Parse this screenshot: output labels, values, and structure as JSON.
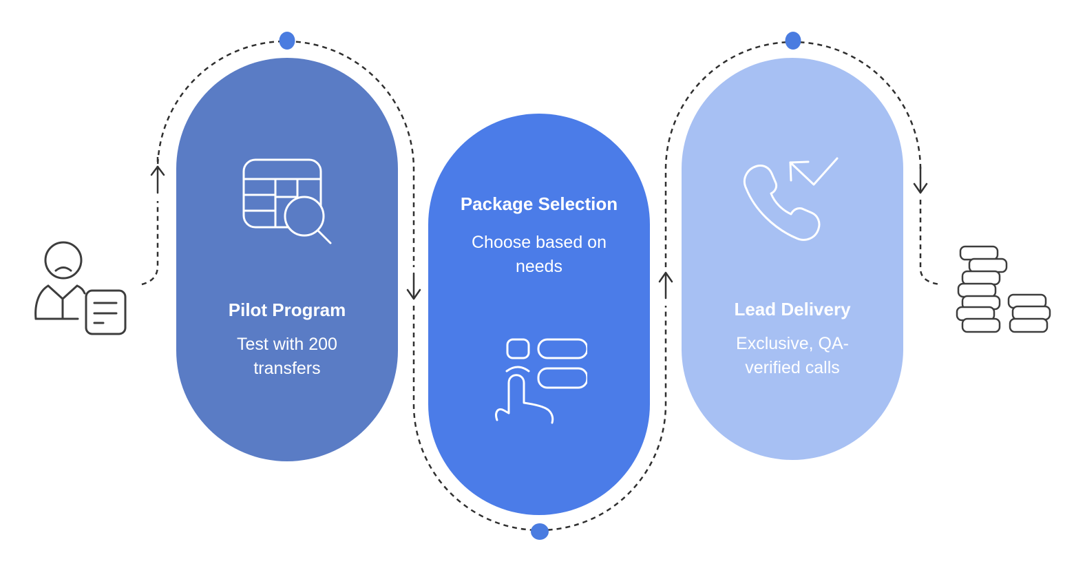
{
  "diagram": {
    "background_color": "#ffffff",
    "steps": [
      {
        "title": "Pilot Program",
        "subtitle": "Test with 200 transfers",
        "color": "#5a7cc5",
        "icon": "table-search-icon"
      },
      {
        "title": "Package Selection",
        "subtitle": "Choose based on needs",
        "color": "#4b7ce8",
        "icon": "hand-select-icon"
      },
      {
        "title": "Lead Delivery",
        "subtitle": "Exclusive, QA-verified calls",
        "color": "#a7c0f3",
        "icon": "incoming-call-icon"
      }
    ],
    "flow_path": {
      "style": "dashed",
      "dash_color": "#2f2f2f",
      "node_dot_color": "#4a7ce0",
      "arrow_color": "#333333",
      "arrow_directions": [
        "up",
        "down",
        "up",
        "down"
      ]
    },
    "side_icons": {
      "left": "customer-with-form-icon",
      "right": "coin-stacks-icon",
      "stroke_color": "#3d3d3d"
    }
  }
}
